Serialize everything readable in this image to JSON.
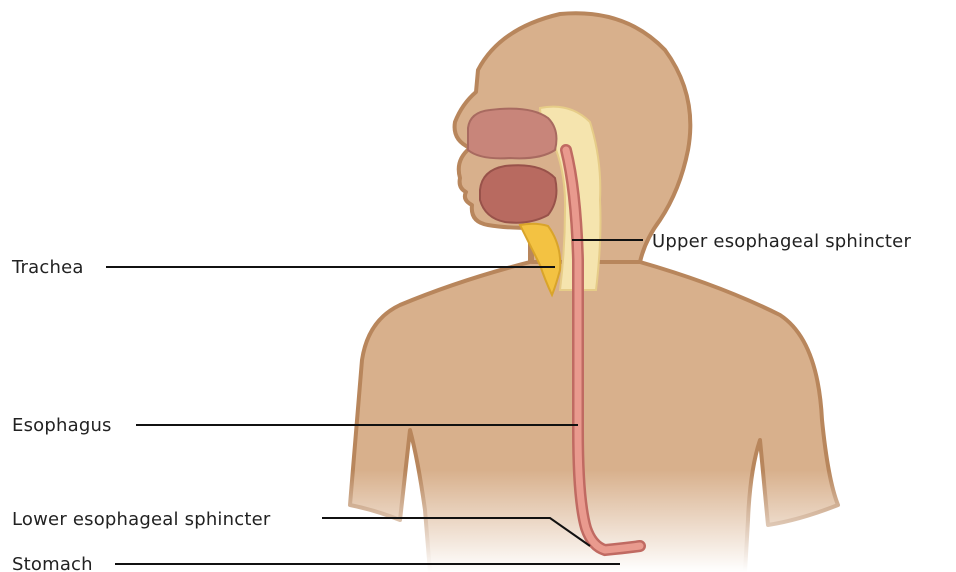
{
  "labels": {
    "trachea": "Trachea",
    "upper_sphincter": "Upper esophageal sphincter",
    "esophagus": "Esophagus",
    "lower_sphincter": "Lower esophageal sphincter",
    "stomach": "Stomach"
  },
  "colors": {
    "skin": "#d8b08c",
    "outline": "#b8865c",
    "esophagus": "#d98a80",
    "spine": "#f5e4ae",
    "nasal": "#c8857a",
    "tongue": "#b86a60",
    "cartilage": "#f3c242",
    "leader": "#111111"
  }
}
